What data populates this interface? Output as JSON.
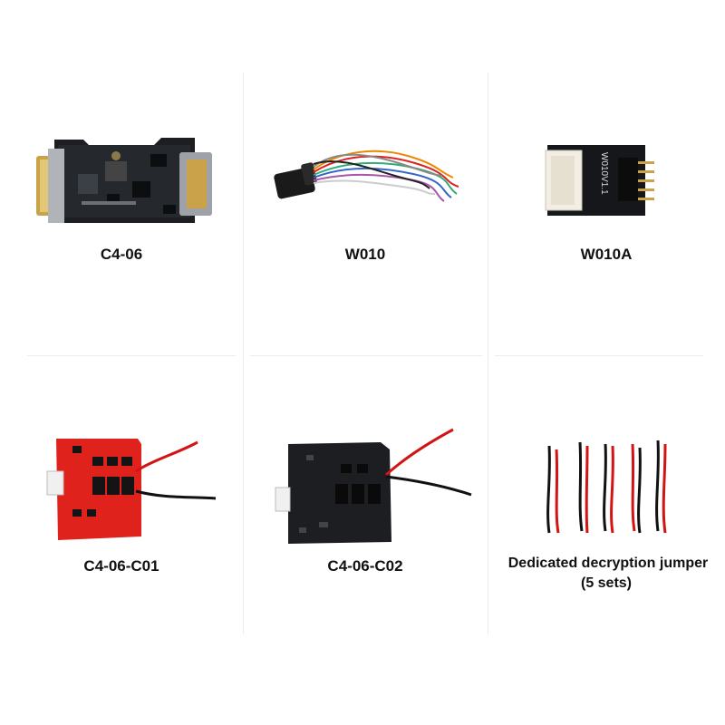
{
  "products": [
    {
      "label": "C4-06",
      "icon": "mainboard-adapter-image"
    },
    {
      "label": "W010",
      "icon": "db-cable-image"
    },
    {
      "label": "W010A",
      "icon": "ribbon-adapter-image"
    },
    {
      "label": "C4-06-C01",
      "icon": "red-pcb-image"
    },
    {
      "label": "C4-06-C02",
      "icon": "black-pcb-image"
    },
    {
      "label_line1": "Dedicated decryption jumper",
      "label_line2": "(5 sets)",
      "icon": "jumper-wires-image"
    }
  ],
  "board_text": {
    "w010a_silkscreen": "W010V1.1"
  },
  "colors": {
    "pcb_black": "#1c1e22",
    "pcb_red": "#e0221c",
    "wire_red": "#d21414",
    "wire_black": "#111111",
    "connector_brass": "#c9a24a"
  }
}
